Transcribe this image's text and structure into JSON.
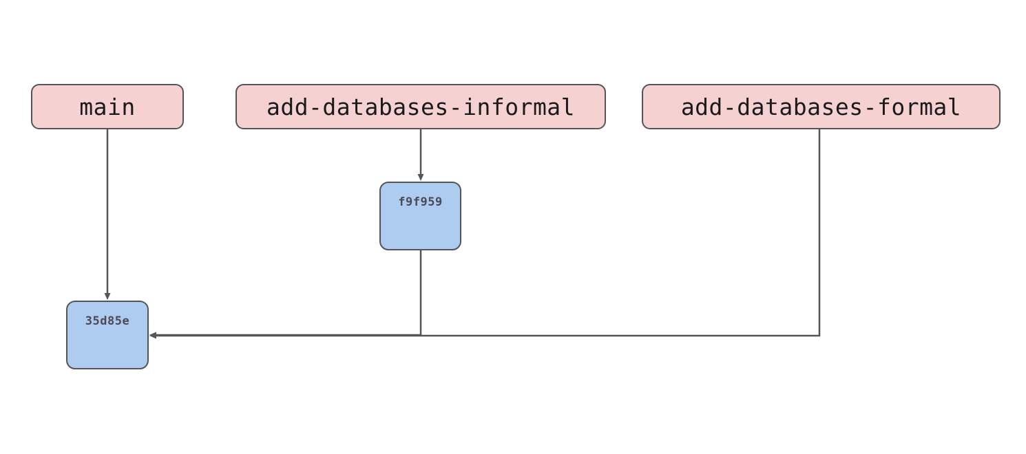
{
  "diagram": {
    "type": "git-branch-graph",
    "background_color": "#ffffff",
    "palette": {
      "branch_fill": "#f6d1d1",
      "branch_stroke": "#555555",
      "branch_text": "#1a1a1a",
      "commit_fill": "#aecbf0",
      "commit_stroke": "#555555",
      "commit_text": "#4a4a55",
      "edge_stroke": "#555555"
    },
    "nodes": [
      {
        "id": "main",
        "label": "main",
        "kind": "branch"
      },
      {
        "id": "informal",
        "label": "add-databases-informal",
        "kind": "branch"
      },
      {
        "id": "formal",
        "label": "add-databases-formal",
        "kind": "branch"
      },
      {
        "id": "f9f959",
        "label": "f9f959",
        "kind": "commit"
      },
      {
        "id": "35d85e",
        "label": "35d85e",
        "kind": "commit"
      }
    ],
    "edges": [
      {
        "from": "main",
        "to": "35d85e",
        "arrow": true,
        "shape": "straight-down"
      },
      {
        "from": "informal",
        "to": "f9f959",
        "arrow": true,
        "shape": "straight-down"
      },
      {
        "from": "f9f959",
        "to": "35d85e",
        "arrow": true,
        "shape": "down-then-left"
      },
      {
        "from": "formal",
        "to": "35d85e",
        "arrow": true,
        "shape": "down-then-left"
      }
    ]
  }
}
